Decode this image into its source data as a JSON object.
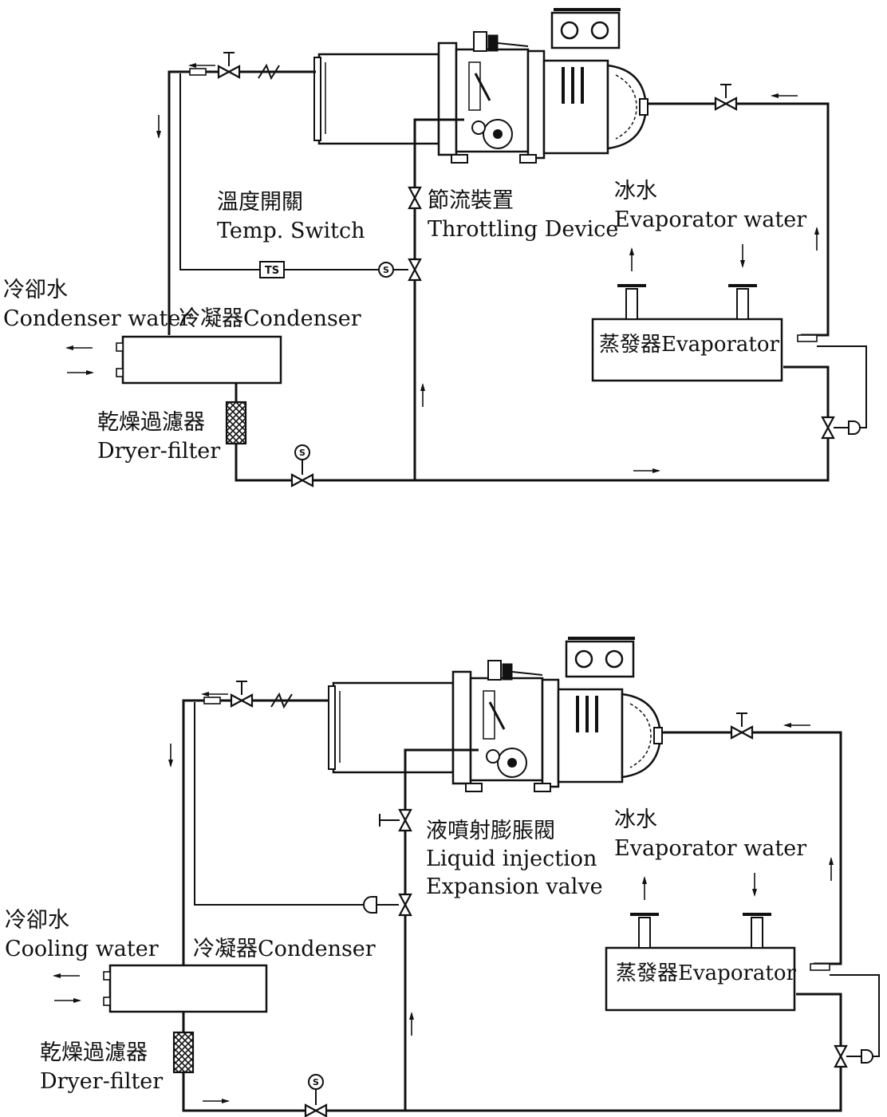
{
  "top": {
    "condenser_water_cn": "冷卻水",
    "condenser_water_en": "Condenser water",
    "condenser_label": "冷凝器Condenser",
    "dryer_cn": "乾燥過濾器",
    "dryer_en": "Dryer-filter",
    "temp_switch_cn": "溫度開關",
    "temp_switch_en": "Temp. Switch",
    "ts_symbol": "TS",
    "throttle_cn": "節流裝置",
    "throttle_en": "Throttling Device",
    "evap_water_cn": "冰水",
    "evap_water_en": "Evaporator water",
    "evaporator_label": "蒸發器Evaporator"
  },
  "bottom": {
    "cooling_water_cn": "冷卻水",
    "cooling_water_en": "Cooling water",
    "condenser_label": "冷凝器Condenser",
    "dryer_cn": "乾燥過濾器",
    "dryer_en": "Dryer-filter",
    "injection_cn": "液噴射膨脹閥",
    "injection_en_1": "Liquid injection",
    "injection_en_2": "Expansion valve",
    "evap_water_cn": "冰水",
    "evap_water_en": "Evaporator water",
    "evaporator_label": "蒸發器Evaporator"
  },
  "symbols": {
    "solenoid": "S",
    "icons": [
      "stop-valve-icon",
      "check-valve-icon",
      "solenoid-valve-icon",
      "expansion-valve-icon",
      "flow-arrow-icon",
      "screw-compressor-icon"
    ]
  }
}
